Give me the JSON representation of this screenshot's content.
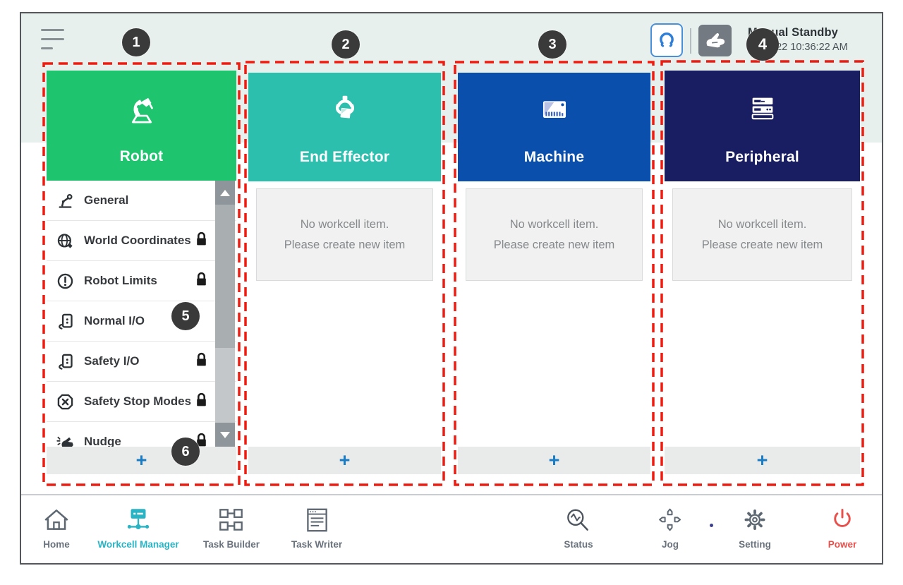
{
  "topbar": {
    "menu_icon": "hamburger-menu",
    "robot_mode_icon": "gripper",
    "hand_mode_icon": "hand-gesture",
    "status_mode": "Manual Standby",
    "status_time": "2.22 10:36:22 AM"
  },
  "badges": [
    "1",
    "2",
    "3",
    "4",
    "5",
    "6"
  ],
  "columns": [
    {
      "title": "Robot",
      "color": "#1fc46f",
      "icon": "robot-arm",
      "items": [
        {
          "label": "General",
          "locked": false
        },
        {
          "label": "World Coordinates",
          "locked": true
        },
        {
          "label": "Robot Limits",
          "locked": true
        },
        {
          "label": "Normal I/O",
          "locked": false
        },
        {
          "label": "Safety I/O",
          "locked": true
        },
        {
          "label": "Safety Stop Modes",
          "locked": true
        },
        {
          "label": "Nudge",
          "locked": true
        }
      ],
      "add_label": "+"
    },
    {
      "title": "End Effector",
      "color": "#2cbfad",
      "icon": "gripper-box",
      "empty_line1": "No workcell item.",
      "empty_line2": "Please create new item",
      "add_label": "+"
    },
    {
      "title": "Machine",
      "color": "#0b4fad",
      "icon": "cnc-machine",
      "empty_line1": "No workcell item.",
      "empty_line2": "Please create new item",
      "add_label": "+"
    },
    {
      "title": "Peripheral",
      "color": "#191d61",
      "icon": "server-stack",
      "empty_line1": "No workcell item.",
      "empty_line2": "Please create new item",
      "add_label": "+"
    }
  ],
  "bottom_nav": [
    {
      "label": "Home",
      "icon": "home",
      "active": false
    },
    {
      "label": "Workcell Manager",
      "icon": "workcell-manager",
      "active": true
    },
    {
      "label": "Task Builder",
      "icon": "task-builder",
      "active": false
    },
    {
      "label": "Task Writer",
      "icon": "task-writer",
      "active": false
    },
    {
      "label": "Status",
      "icon": "status-monitor",
      "active": false
    },
    {
      "label": "Jog",
      "icon": "jog-dpad",
      "active": false
    },
    {
      "label": "Setting",
      "icon": "gear",
      "active": false
    },
    {
      "label": "Power",
      "icon": "power",
      "active": false
    }
  ],
  "colors": {
    "topbar_bg": "#e7f0ed",
    "robot_green": "#1fc46f",
    "end_effector_teal": "#2cbfad",
    "machine_blue": "#0b4fad",
    "peripheral_navy": "#191d61",
    "annotation_red": "#ee1b10",
    "badge_dark": "#3a3a3a",
    "accent_cyan": "#28b4c4",
    "power_red": "#e8504b",
    "add_plus_blue": "#1a7cc4"
  }
}
